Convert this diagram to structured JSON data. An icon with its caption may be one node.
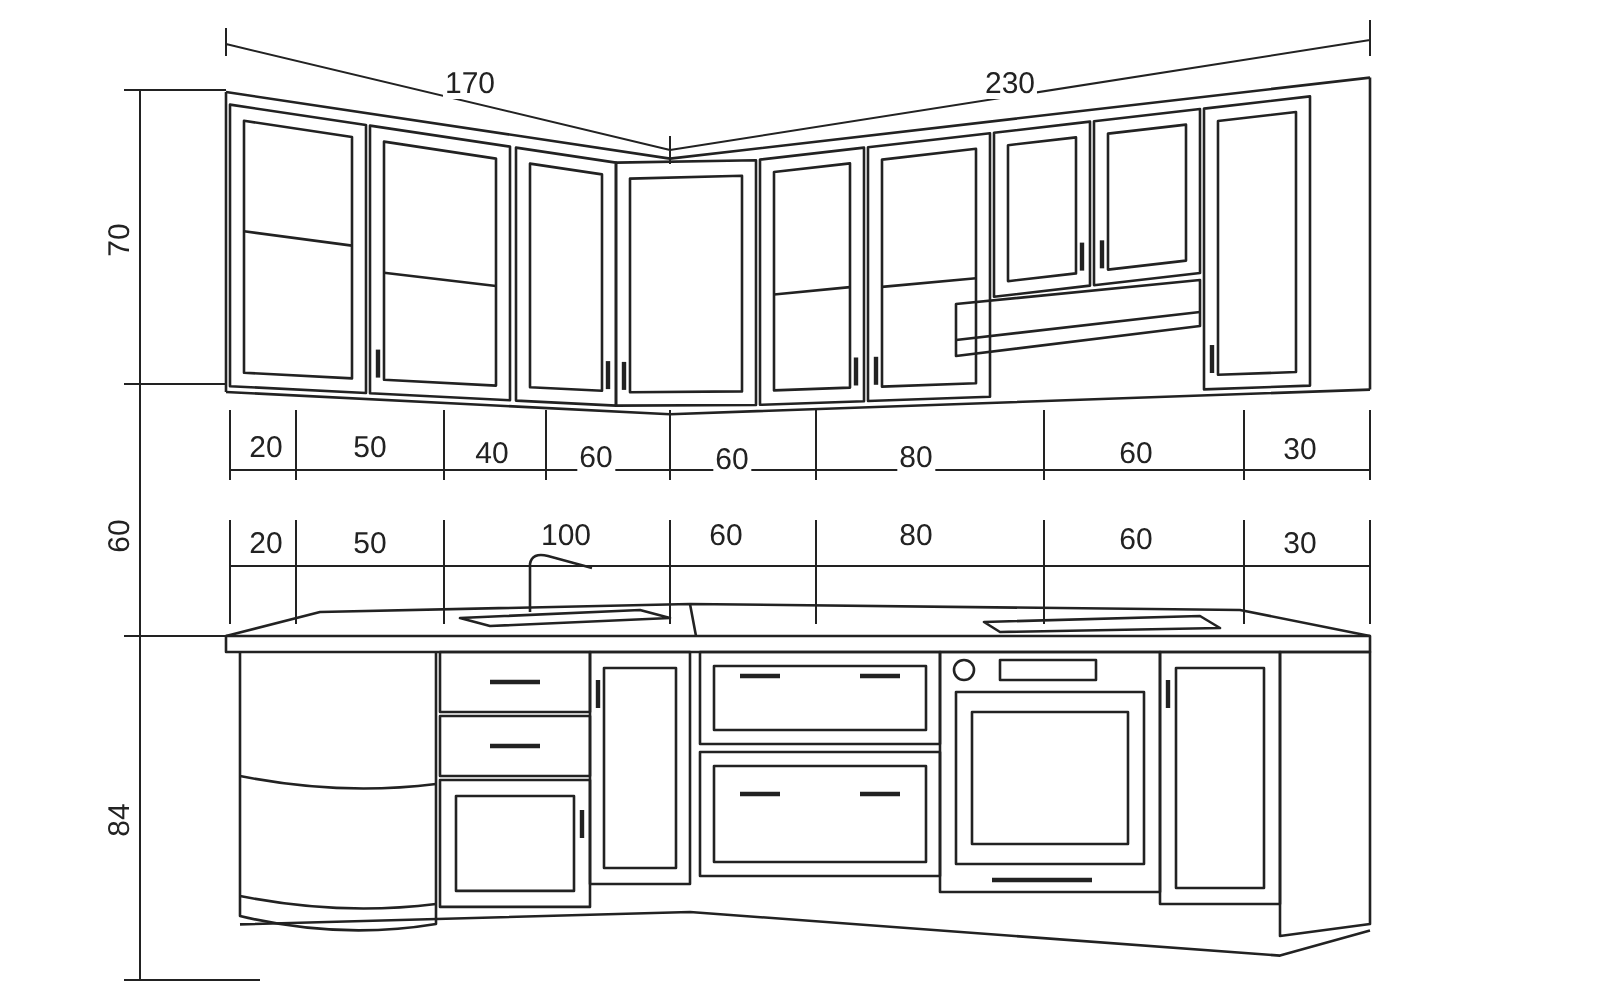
{
  "diagram": {
    "labels": [
      "170",
      "230",
      "70",
      "20",
      "50",
      "40",
      "60",
      "60",
      "80",
      "60",
      "30",
      "60",
      "20",
      "50",
      "100",
      "60",
      "80",
      "60",
      "30",
      "84"
    ]
  }
}
